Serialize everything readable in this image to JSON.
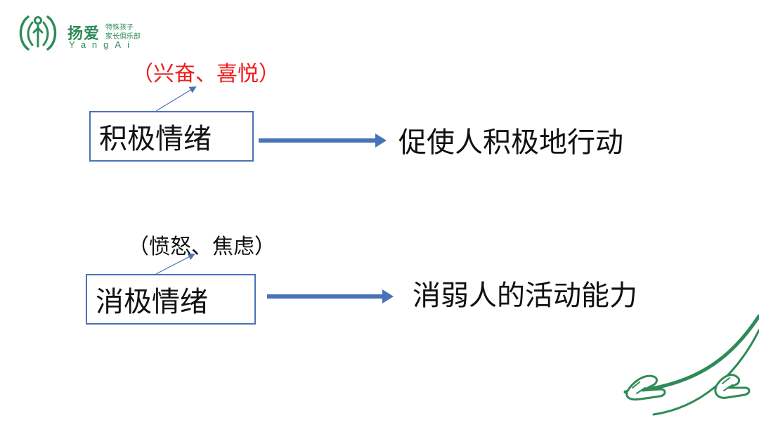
{
  "logo": {
    "brand": "扬爱",
    "tagline_1": "特殊孩子",
    "tagline_2": "家长俱乐部",
    "latin": "YangAi"
  },
  "diagram": {
    "positive": {
      "note": "（兴奋、喜悦）",
      "box_label": "积极情绪",
      "result": "促使人积极地行动"
    },
    "negative": {
      "note": "（愤怒、焦虑）",
      "box_label": "消极情绪",
      "result": "消弱人的活动能力"
    }
  },
  "colors": {
    "brand_green": "#2e8b57",
    "box_border": "#4a72b8",
    "arrow": "#4a72b8",
    "positive_note": "#ee1c1c",
    "text": "#111111"
  }
}
